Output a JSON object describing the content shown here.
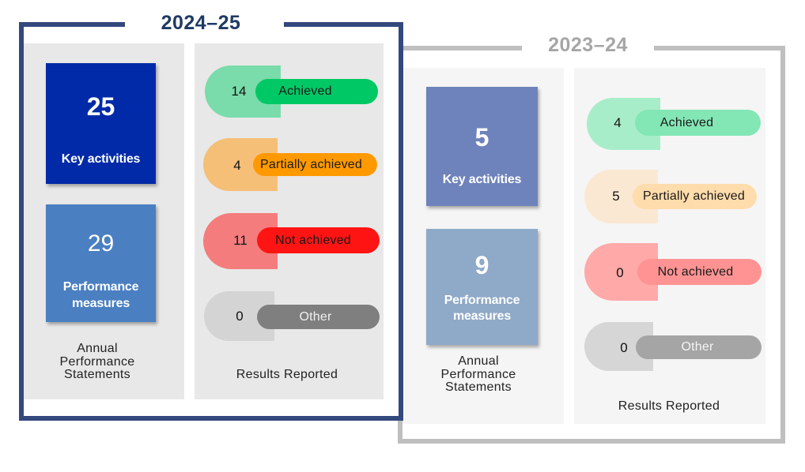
{
  "years": [
    {
      "title": "2024–25",
      "colors": {
        "frame": "#33487d",
        "title": "#1f3a63",
        "panel_bg": "#e8e8e8",
        "key_activities_bg": "#002aa7",
        "performance_measures_bg": "#4a7fc1"
      },
      "aps": {
        "key_activities": {
          "value": "25",
          "label": "Key activities"
        },
        "performance_measures": {
          "value": "29",
          "label": "Performance measures"
        },
        "caption": "Annual Performance Statements"
      },
      "results": {
        "items": [
          {
            "count": "14",
            "label": "Achieved",
            "half_color": "#79dcaa",
            "pill_color": "#00c864",
            "label_color": "#1a1a1a"
          },
          {
            "count": "4",
            "label": "Partially achieved",
            "half_color": "#f5bf78",
            "pill_color": "#ff9900",
            "label_color": "#1a1a1a"
          },
          {
            "count": "11",
            "label": "Not achieved",
            "half_color": "#f47c7c",
            "pill_color": "#ff1414",
            "label_color": "#1a1a1a"
          },
          {
            "count": "0",
            "label": "Other",
            "half_color": "#d4d4d4",
            "pill_color": "#7f7f7f",
            "label_color": "#f0f0f0"
          }
        ],
        "caption": "Results Reported"
      }
    },
    {
      "title": "2023–24",
      "colors": {
        "frame": "#bfbfbf",
        "title": "#a6a6a6",
        "panel_bg": "#f5f5f5",
        "key_activities_bg": "#6e83bb",
        "performance_measures_bg": "#8fa9c8"
      },
      "aps": {
        "key_activities": {
          "value": "5",
          "label": "Key activities"
        },
        "performance_measures": {
          "value": "9",
          "label": "Performance measures"
        },
        "caption": "Annual Performance Statements"
      },
      "results": {
        "items": [
          {
            "count": "4",
            "label": "Achieved",
            "half_color": "#a8edc9",
            "pill_color": "#83e6b5",
            "label_color": "#1a1a1a"
          },
          {
            "count": "5",
            "label": "Partially achieved",
            "half_color": "#fbe8d2",
            "pill_color": "#ffdcab",
            "label_color": "#1a1a1a"
          },
          {
            "count": "0",
            "label": "Not achieved",
            "half_color": "#ffa9a9",
            "pill_color": "#ff9393",
            "label_color": "#1a1a1a"
          },
          {
            "count": "0",
            "label": "Other",
            "half_color": "#d6d6d6",
            "pill_color": "#a5a5a5",
            "label_color": "#f5f5f5"
          }
        ],
        "caption": "Results Reported"
      }
    }
  ]
}
